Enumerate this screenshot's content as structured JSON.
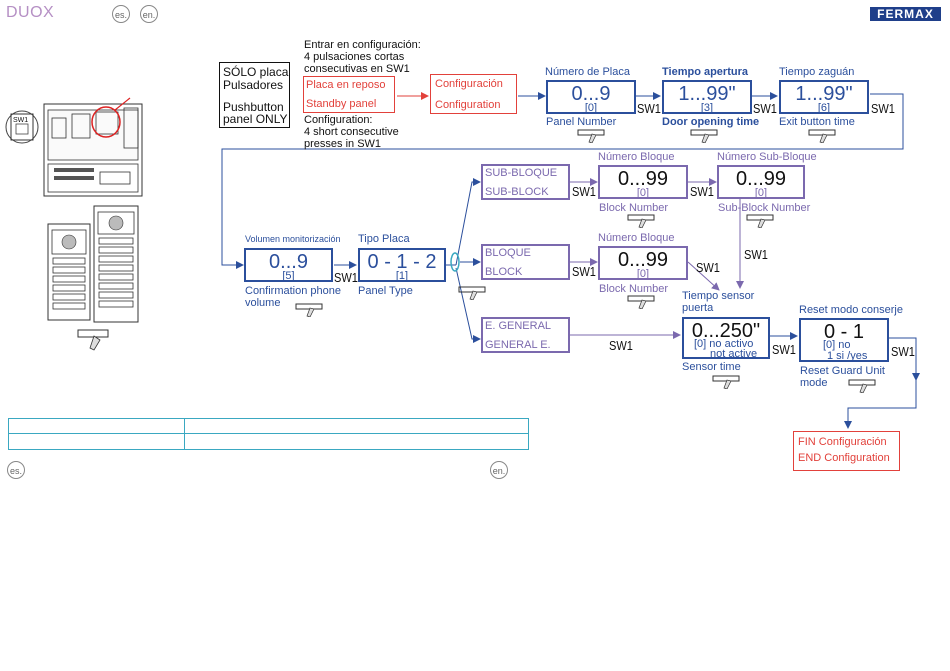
{
  "header": {
    "brand_left": "DUOX",
    "brand_right": "FERMAX",
    "lang_es": "es.",
    "lang_en": "en."
  },
  "footer": {
    "lang_es": "es.",
    "lang_en": "en."
  },
  "intro": {
    "only_es_1": "SÓLO placa",
    "only_es_2": "Pulsadores",
    "only_en_1": "Pushbutton",
    "only_en_2": "panel ONLY",
    "enter_es_1": "Entrar en configuración:",
    "enter_es_2": "4 pulsaciones cortas",
    "enter_es_3": "consecutivas en SW1",
    "enter_en_1": "Configuration:",
    "enter_en_2": "4 short consecutive",
    "enter_en_3": "presses in SW1",
    "standby_es": "Placa en reposo",
    "standby_en": "Standby panel",
    "config_es": "Configuración",
    "config_en": "Configuration"
  },
  "device": {
    "sw1_label": "SW1"
  },
  "sw": "SW1",
  "steps": {
    "panel_number": {
      "title": "Número de Placa",
      "range": "0...9",
      "default": "[0]",
      "label": "Panel Number"
    },
    "door_time": {
      "title": "Tiempo apertura",
      "range": "1...99\"",
      "default": "[3]",
      "label": "Door opening time"
    },
    "exit_time": {
      "title": "Tiempo zaguán",
      "range": "1...99\"",
      "default": "[6]",
      "label": "Exit button time"
    },
    "volume": {
      "title": "Volumen monitorización",
      "range": "0...9",
      "default": "[5]",
      "label_1": "Confirmation phone",
      "label_2": "volume"
    },
    "panel_type": {
      "title": "Tipo Placa",
      "range": "0 - 1 - 2",
      "default": "[1]",
      "label": "Panel Type"
    },
    "sub_block": {
      "box_1": "SUB-BLOQUE",
      "box_2": "SUB-BLOCK"
    },
    "block_num_1": {
      "title": "Número Bloque",
      "range": "0...99",
      "default": "[0]",
      "label": "Block Number"
    },
    "sub_block_num": {
      "title": "Número Sub-Bloque",
      "range": "0...99",
      "default": "[0]",
      "label": "Sub-Block Number"
    },
    "block": {
      "box_1": "BLOQUE",
      "box_2": "BLOCK"
    },
    "block_num_2": {
      "title": "Número Bloque",
      "range": "0...99",
      "default": "[0]",
      "label": "Block Number"
    },
    "general": {
      "box_1": "E. GENERAL",
      "box_2": "GENERAL E."
    },
    "sensor": {
      "title_1": "Tiempo sensor",
      "title_2": "puerta",
      "range": "0...250\"",
      "default_1": "[0] no activo",
      "default_2": "not active",
      "label": "Sensor time"
    },
    "reset": {
      "title": "Reset modo conserje",
      "range": "0 - 1",
      "default_1": "[0] no",
      "default_2": "1  si /yes",
      "label_1": "Reset Guard Unit",
      "label_2": "mode"
    },
    "end": {
      "line_1": "FIN Configuración",
      "line_2": "END Configuration"
    }
  },
  "colors": {
    "blue": "#2b4f9c",
    "purple": "#7b69ae",
    "red": "#e2413b",
    "teal": "#3aa8c1"
  }
}
